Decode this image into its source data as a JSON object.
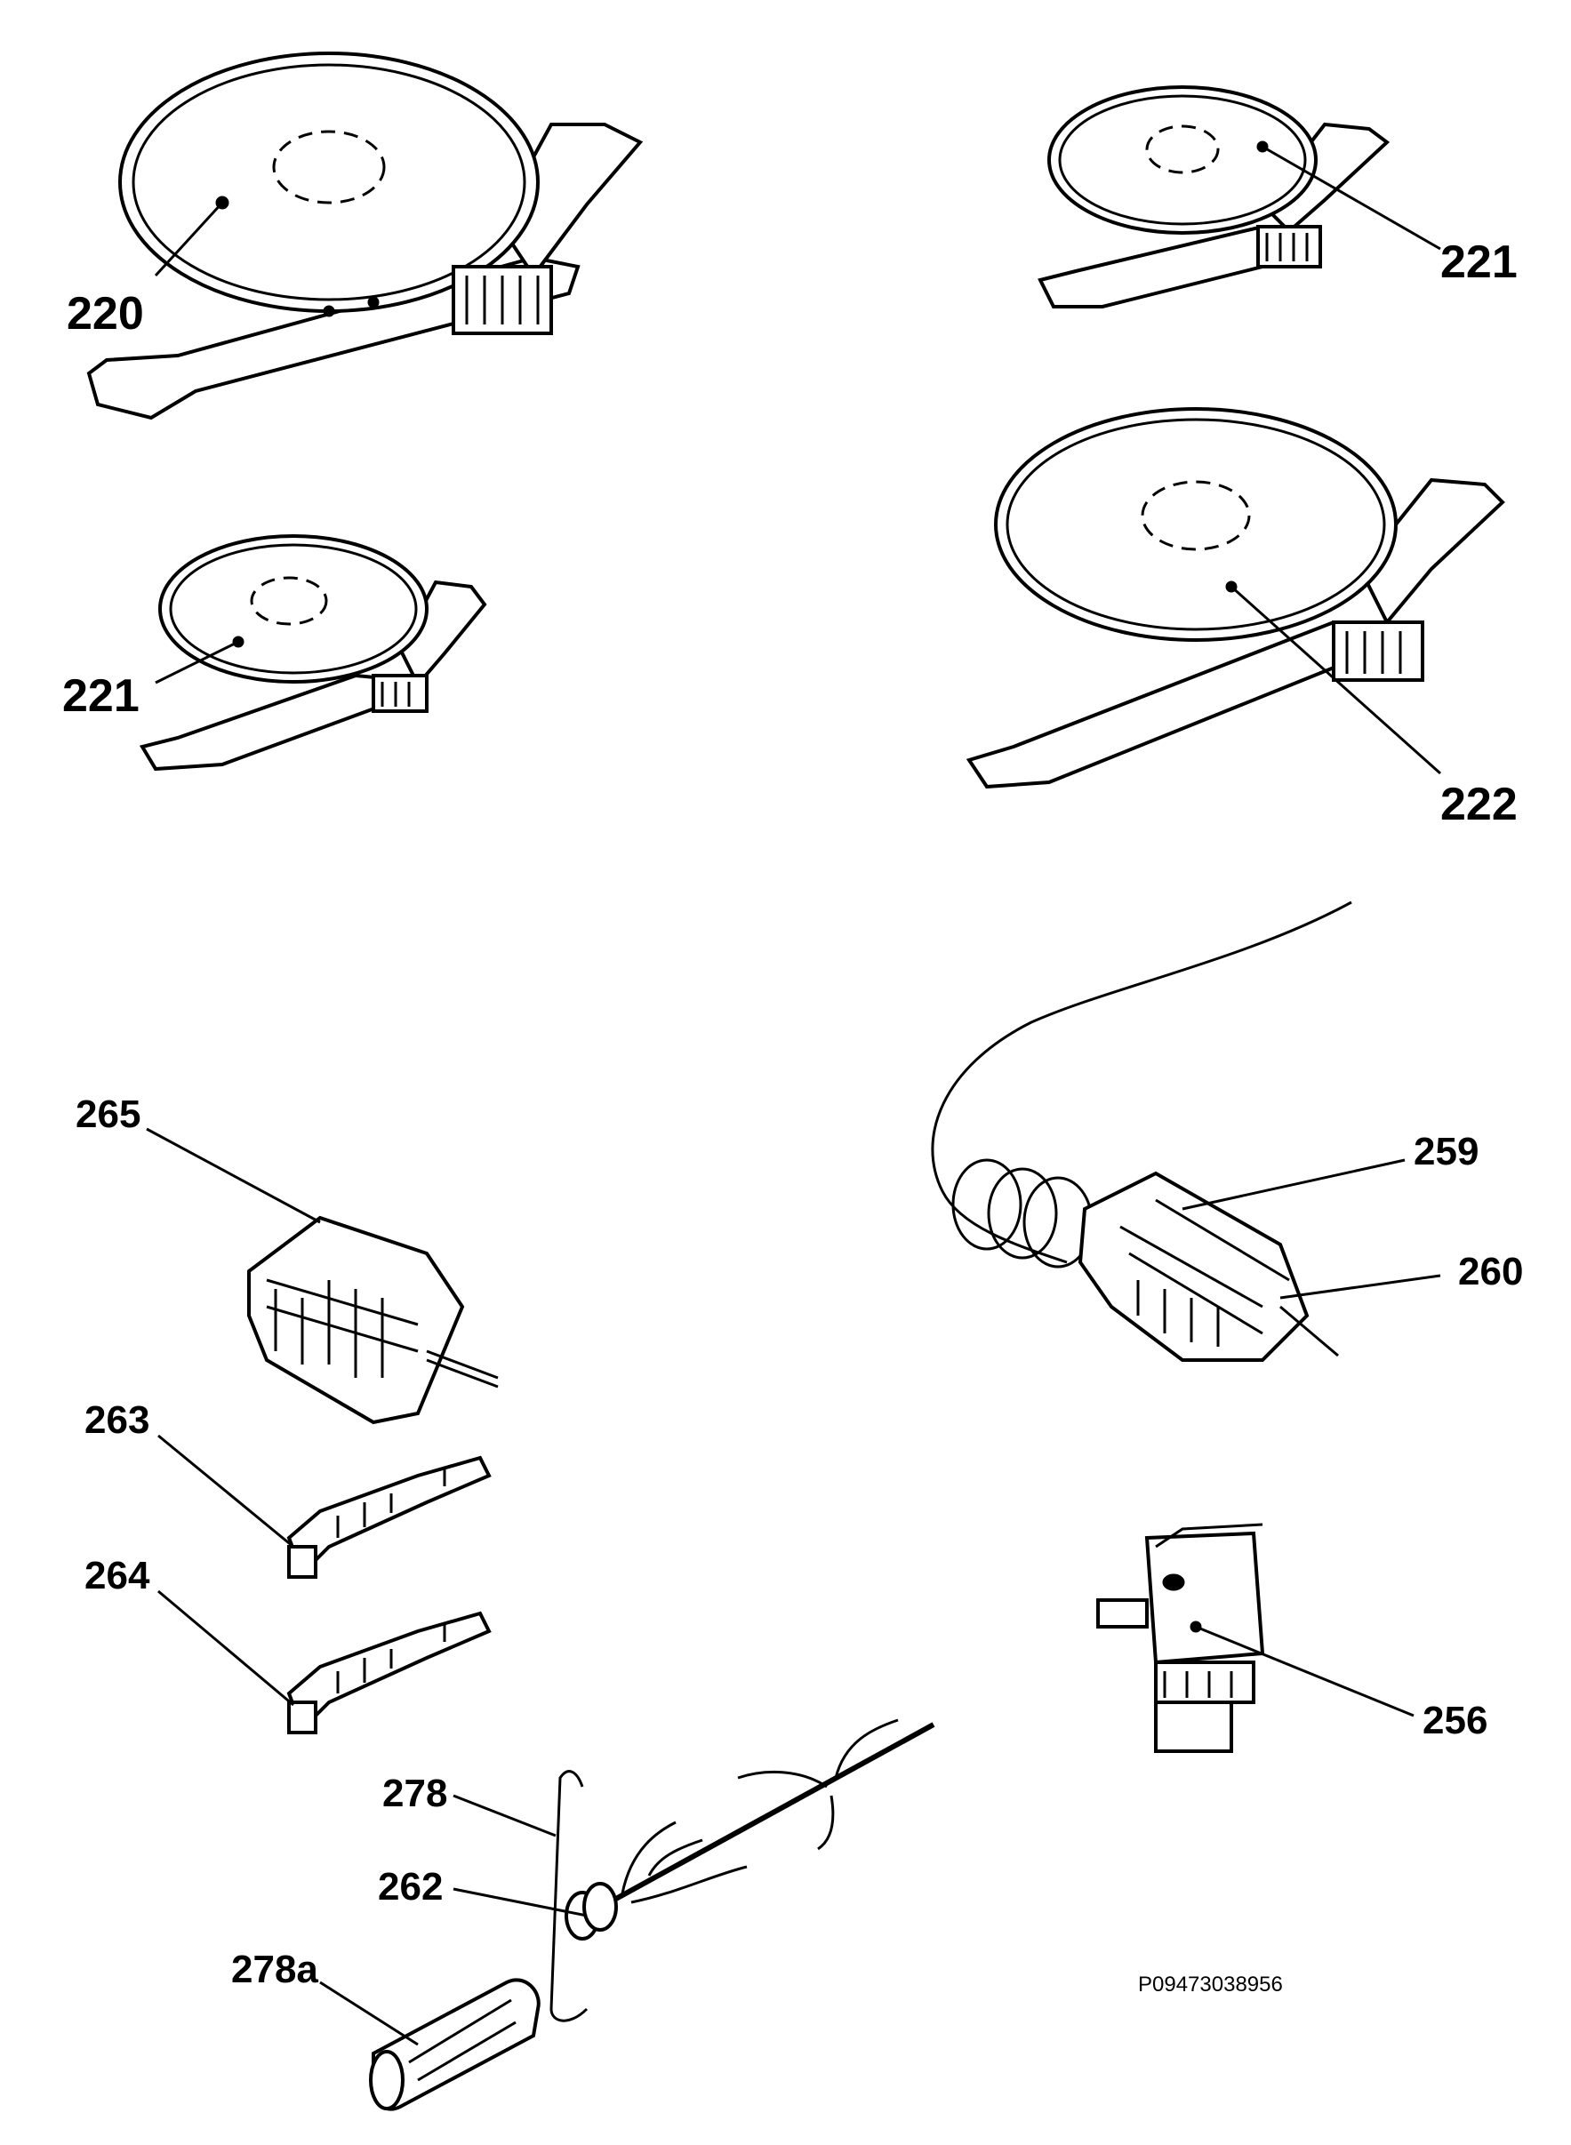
{
  "callouts": {
    "c220": "220",
    "c221a": "221",
    "c221b": "221",
    "c222": "222",
    "c265": "265",
    "c259": "259",
    "c260": "260",
    "c263": "263",
    "c264": "264",
    "c256": "256",
    "c278": "278",
    "c262": "262",
    "c278a": "278a"
  },
  "reference_code": "P09473038956"
}
